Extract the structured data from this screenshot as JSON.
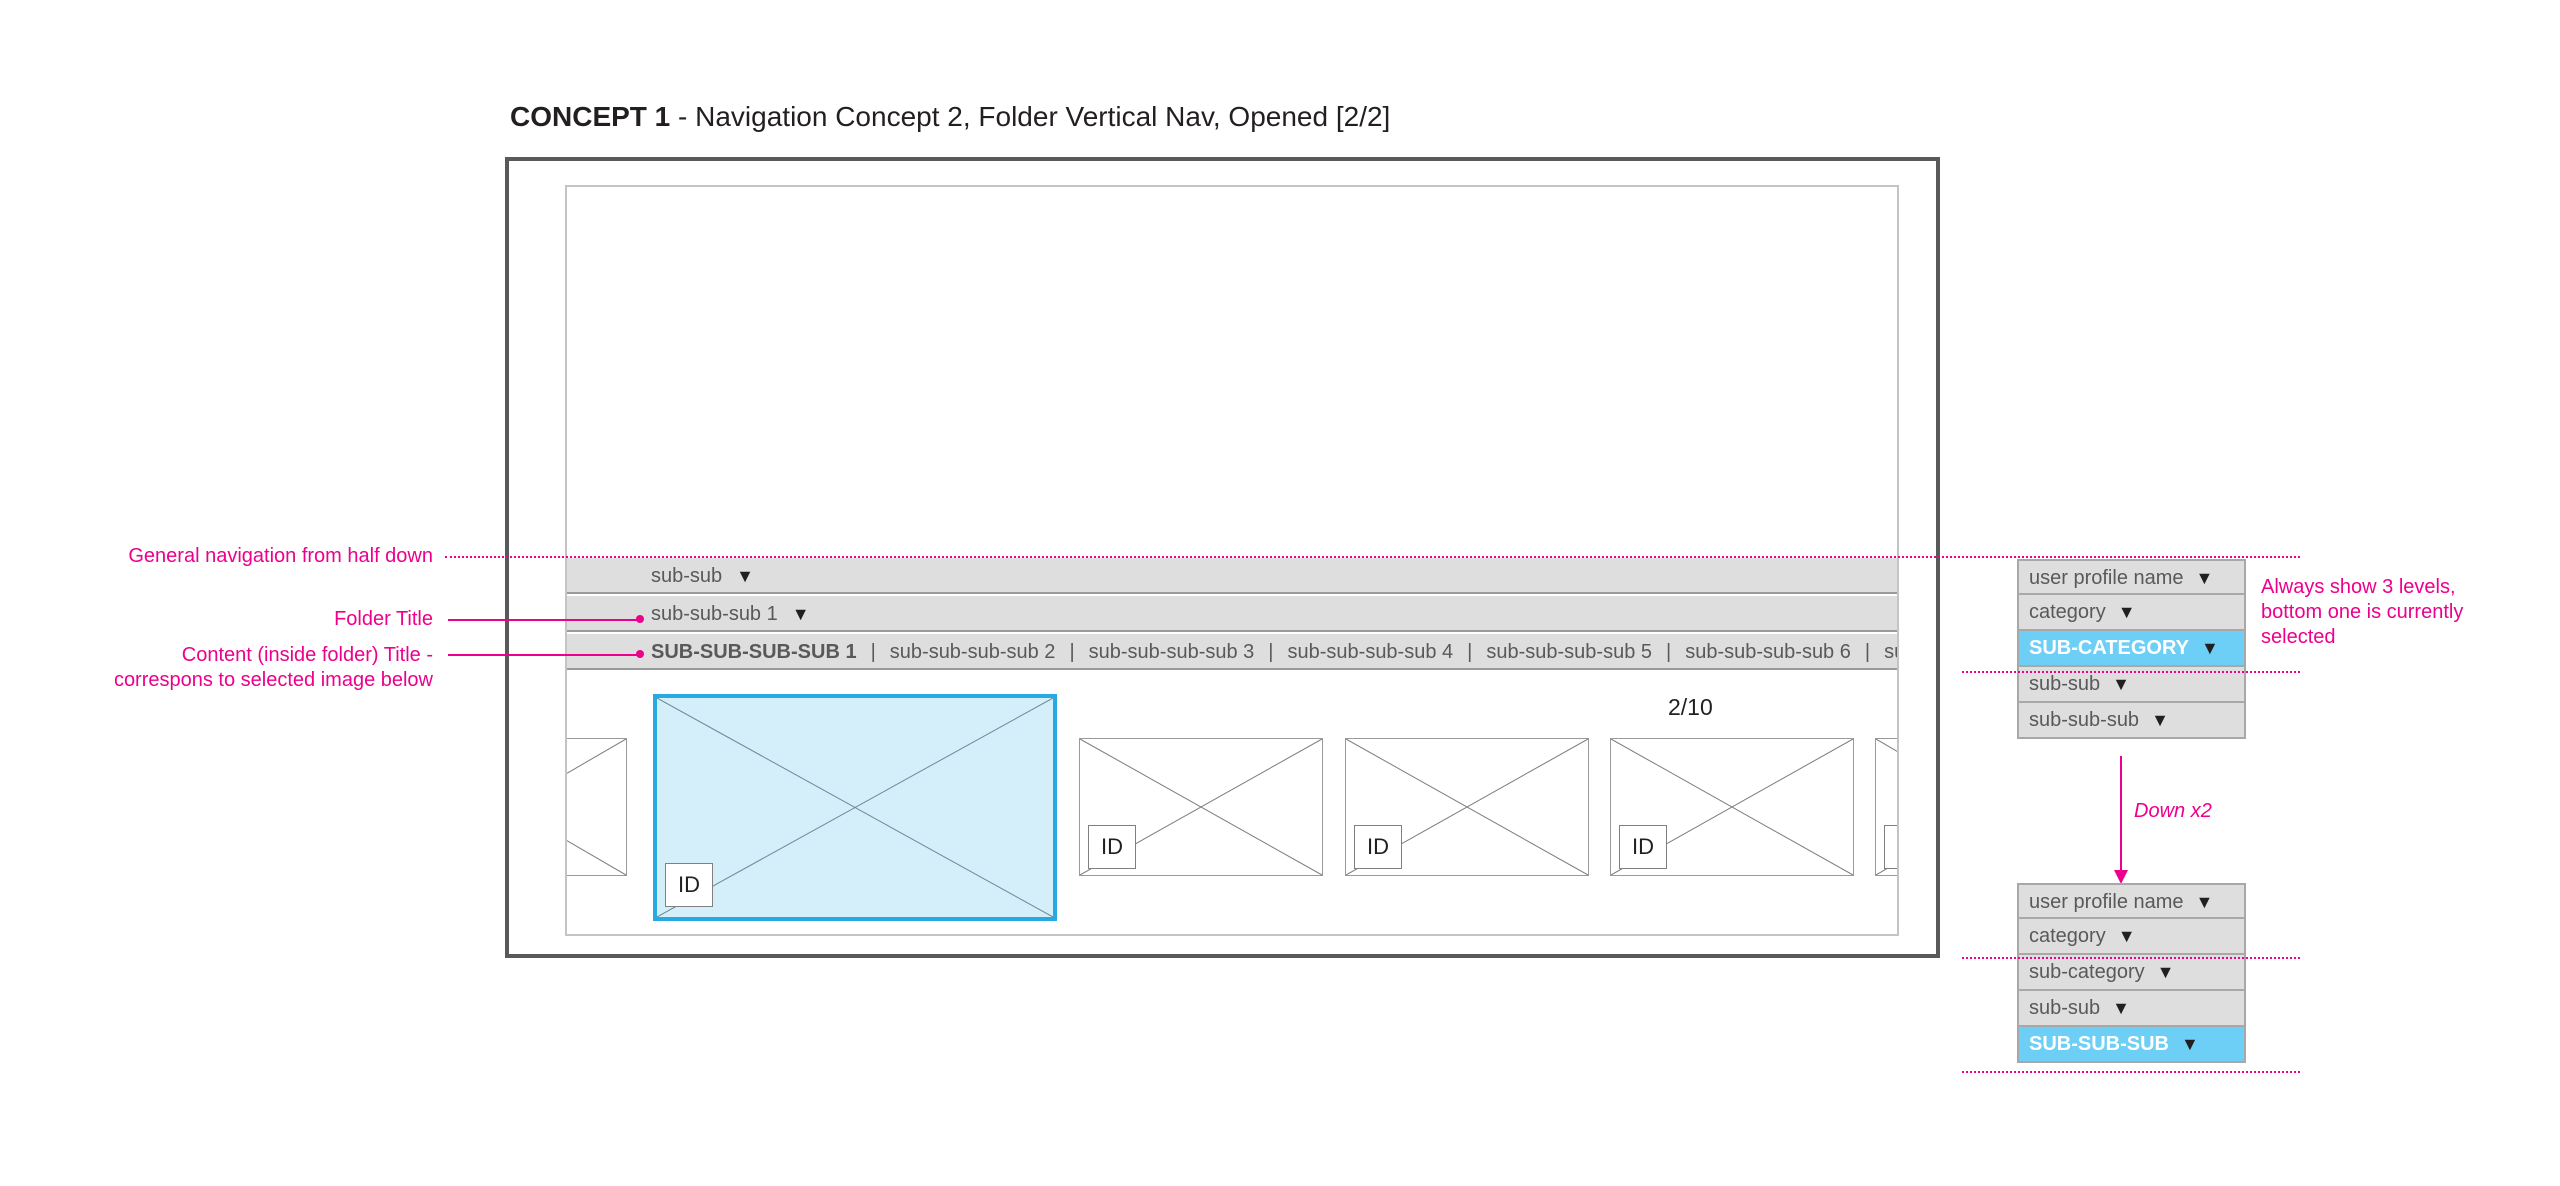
{
  "title": {
    "bold": "CONCEPT 1",
    "rest": " - Navigation Concept 2, Folder Vertical Nav, Opened  [2/2]"
  },
  "nav": {
    "row1": "sub-sub",
    "row2": "sub-sub-sub 1",
    "tabs": [
      "SUB-SUB-SUB-SUB 1",
      "sub-sub-sub-sub 2",
      "sub-sub-sub-sub 3",
      "sub-sub-sub-sub 4",
      "sub-sub-sub-sub 5",
      "sub-sub-sub-sub 6",
      "sub-"
    ],
    "triangle": "▼"
  },
  "counter": "2/10",
  "thumbs": {
    "id_label": "ID"
  },
  "annotations": {
    "general": "General navigation from half down",
    "folder": "Folder Title",
    "content_line1": "Content (inside folder) Title -",
    "content_line2": "correspons to selected image below",
    "always_show": "Always show 3 levels, bottom one is currently selected",
    "down": "Down x2"
  },
  "stack_top": [
    "user profile name",
    "category",
    "SUB-CATEGORY",
    "sub-sub",
    "sub-sub-sub"
  ],
  "stack_bottom": [
    "user profile name",
    "category",
    "sub-category",
    "sub-sub",
    "SUB-SUB-SUB"
  ],
  "colors": {
    "accent": "#ec008c",
    "selected_blue": "#6dcff6",
    "thumb_selected": "#d4effa",
    "nav_gray": "#dedede"
  }
}
